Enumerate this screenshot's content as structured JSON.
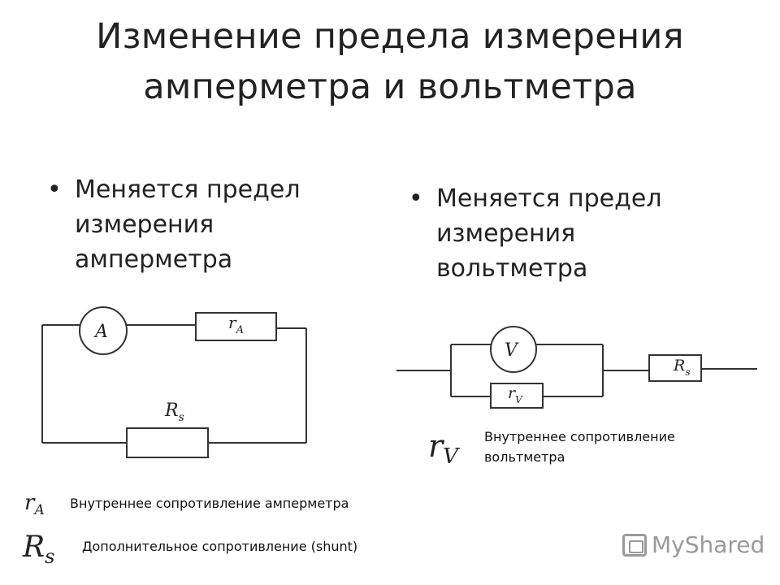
{
  "slide": {
    "title": "Изменение предела измерения амперметра и вольтметра",
    "bullets": {
      "left": "Меняется предел измерения амперметра",
      "right": "Меняется предел измерения вольтметра"
    }
  },
  "diagrams": {
    "ammeter_circuit": {
      "meter_label": "A",
      "internal_resistor": {
        "main": "r",
        "sub": "A"
      },
      "shunt_resistor": {
        "main": "R",
        "sub": "s"
      }
    },
    "voltmeter_circuit": {
      "meter_label": "V",
      "internal_resistor": {
        "main": "r",
        "sub": "V"
      },
      "series_resistor": {
        "main": "R",
        "sub": "s"
      }
    }
  },
  "legend": {
    "rv": {
      "symbol_main": "r",
      "symbol_sub": "V",
      "text": "Внутреннее сопротивление вольтметра"
    },
    "ra": {
      "symbol_main": "r",
      "symbol_sub": "A",
      "text": "Внутреннее сопротивление амперметра"
    },
    "rs": {
      "symbol_main": "R",
      "symbol_sub": "s",
      "text": "Дополнительное сопротивление (shunt)"
    }
  },
  "watermark": {
    "text": "MyShared",
    "icon": "myshared-logo-icon"
  },
  "colors": {
    "line": "#333333",
    "text": "#222222",
    "watermark": "#9a9a9a"
  }
}
